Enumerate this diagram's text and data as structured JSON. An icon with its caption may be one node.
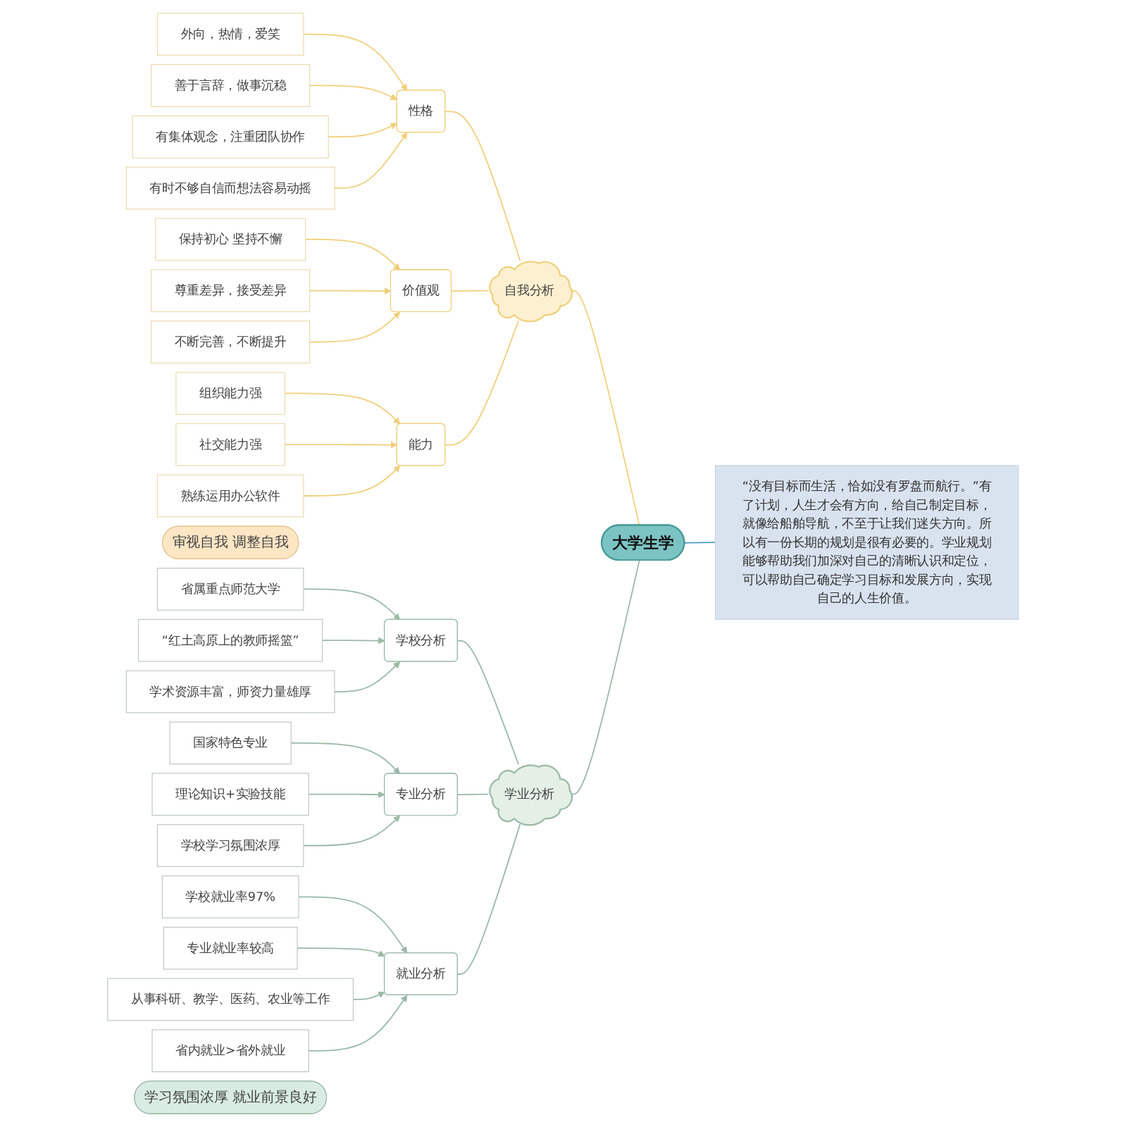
{
  "diagram": {
    "nodes": [
      {
        "text": [
          "“没有目标而生活，恰如没有罗盘而航行。”有了计划，人生才会有方向，给自己制定目标，就像给船舶导航，不至于让我们迷失方向。所以有一份长期的规划是很有必要的。学业规划能够帮助我们加深对自己的清晰认识和定位，可以帮助自己确定学习目标和发展方向，实现自己的人生价值。"
        ]
      },
      {
        "text": [
          "大学生学"
        ]
      },
      {
        "text": [
          "自我分析"
        ]
      },
      {
        "text": [
          "性格"
        ]
      },
      {
        "text": [
          "外向，热情，爱笑"
        ]
      },
      {
        "text": [
          "善于言辞，做事沉稳"
        ]
      },
      {
        "text": [
          "有集体观念，注重团队协作"
        ]
      },
      {
        "text": [
          "有时不够自信而想法容易动摇"
        ]
      },
      {
        "text": [
          "价值观"
        ]
      },
      {
        "text": [
          "保持初心 坚持不懈"
        ]
      },
      {
        "text": [
          "尊重差异，接受差异"
        ]
      },
      {
        "text": [
          "不断完善，不断提升"
        ]
      },
      {
        "text": [
          "能力"
        ]
      },
      {
        "text": [
          "组织能力强"
        ]
      },
      {
        "text": [
          "社交能力强"
        ]
      },
      {
        "text": [
          "熟练运用办公软件"
        ]
      },
      {
        "text": [
          "审视自我 调整自我"
        ]
      },
      {
        "text": [
          "学业分析"
        ]
      },
      {
        "text": [
          "学校分析"
        ]
      },
      {
        "text": [
          "省属重点师范大学"
        ]
      },
      {
        "text": [
          "“红土高原上的教师摇篮”"
        ]
      },
      {
        "text": [
          "学术资源丰富，师资力量雄厚"
        ]
      },
      {
        "text": [
          "专业分析"
        ]
      },
      {
        "text": [
          "国家特色专业"
        ]
      },
      {
        "text": [
          "理论知识+实验技能"
        ]
      },
      {
        "text": [
          "学校学习氛围浓厚"
        ]
      },
      {
        "text": [
          "就业分析"
        ]
      },
      {
        "text": [
          "学校就业率97%"
        ]
      },
      {
        "text": [
          "专业就业率较高"
        ]
      },
      {
        "text": [
          "从事科研、教学、医药、农业等工作"
        ]
      },
      {
        "text": [
          "省内就业>省外就业"
        ]
      },
      {
        "text": [
          "学习氛围浓厚 就业前景良好"
        ]
      }
    ],
    "edges": [
      {
        "from": 1,
        "to": 0,
        "arrow": "none",
        "color": "#4a9cc4"
      },
      {
        "from": 1,
        "to": 2,
        "arrow": "none"
      },
      {
        "from": 2,
        "to": 3,
        "arrow": "none"
      },
      {
        "from": 4,
        "to": 3,
        "arrow": "to"
      },
      {
        "from": 5,
        "to": 3,
        "arrow": "to"
      },
      {
        "from": 6,
        "to": 3,
        "arrow": "to"
      },
      {
        "from": 7,
        "to": 3,
        "arrow": "to"
      },
      {
        "from": 2,
        "to": 8,
        "arrow": "none"
      },
      {
        "from": 9,
        "to": 8,
        "arrow": "to"
      },
      {
        "from": 10,
        "to": 8,
        "arrow": "to"
      },
      {
        "from": 11,
        "to": 8,
        "arrow": "to"
      },
      {
        "from": 2,
        "to": 12,
        "arrow": "none"
      },
      {
        "from": 13,
        "to": 12,
        "arrow": "to"
      },
      {
        "from": 14,
        "to": 12,
        "arrow": "to"
      },
      {
        "from": 15,
        "to": 12,
        "arrow": "to"
      },
      {
        "from": 1,
        "to": 17,
        "arrow": "none",
        "color": "#9ab8a6"
      },
      {
        "from": 17,
        "to": 18,
        "arrow": "none",
        "color": "#9ab8a6"
      },
      {
        "from": 19,
        "to": 18,
        "arrow": "to",
        "color": "#9ab8a6"
      },
      {
        "from": 20,
        "to": 18,
        "arrow": "to",
        "color": "#9ab8a6"
      },
      {
        "from": 21,
        "to": 18,
        "arrow": "to",
        "color": "#9ab8a6"
      },
      {
        "from": 17,
        "to": 22,
        "arrow": "none",
        "color": "#9ab8a6"
      },
      {
        "from": 23,
        "to": 22,
        "arrow": "to",
        "color": "#9ab8a6"
      },
      {
        "from": 24,
        "to": 22,
        "arrow": "to",
        "color": "#9ab8a6"
      },
      {
        "from": 25,
        "to": 22,
        "arrow": "to",
        "color": "#9ab8a6"
      },
      {
        "from": 17,
        "to": 26,
        "arrow": "none",
        "color": "#9ab8a6"
      },
      {
        "from": 27,
        "to": 26,
        "arrow": "to",
        "color": "#9ab8a6"
      },
      {
        "from": 28,
        "to": 26,
        "arrow": "to",
        "color": "#9ab8a6"
      },
      {
        "from": 29,
        "to": 26,
        "arrow": "to",
        "color": "#9ab8a6"
      },
      {
        "from": 30,
        "to": 26,
        "arrow": "to",
        "color": "#9ab8a6"
      }
    ]
  }
}
